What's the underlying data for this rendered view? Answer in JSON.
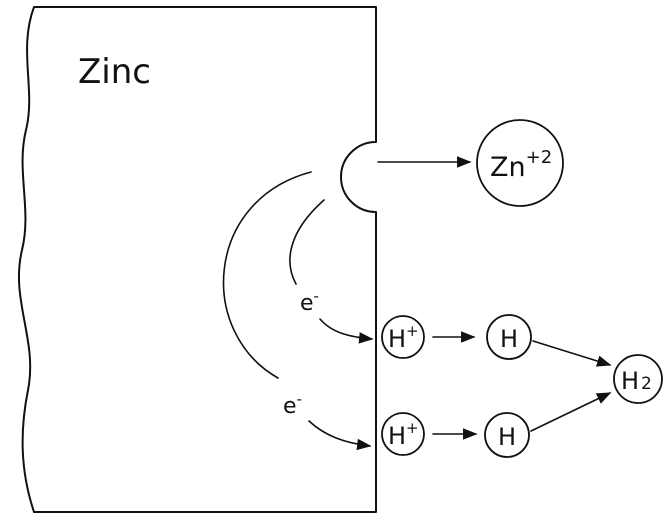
{
  "diagram": {
    "metal_label": "Zinc",
    "zinc_ion": {
      "base": "Zn",
      "charge": "+2"
    },
    "hydrogen_ion": {
      "base": "H",
      "charge": "+"
    },
    "hydrogen_atom": "H",
    "hydrogen_molecule": {
      "base": "H",
      "sub": "2"
    },
    "electron": {
      "base": "e",
      "charge": "-"
    }
  }
}
